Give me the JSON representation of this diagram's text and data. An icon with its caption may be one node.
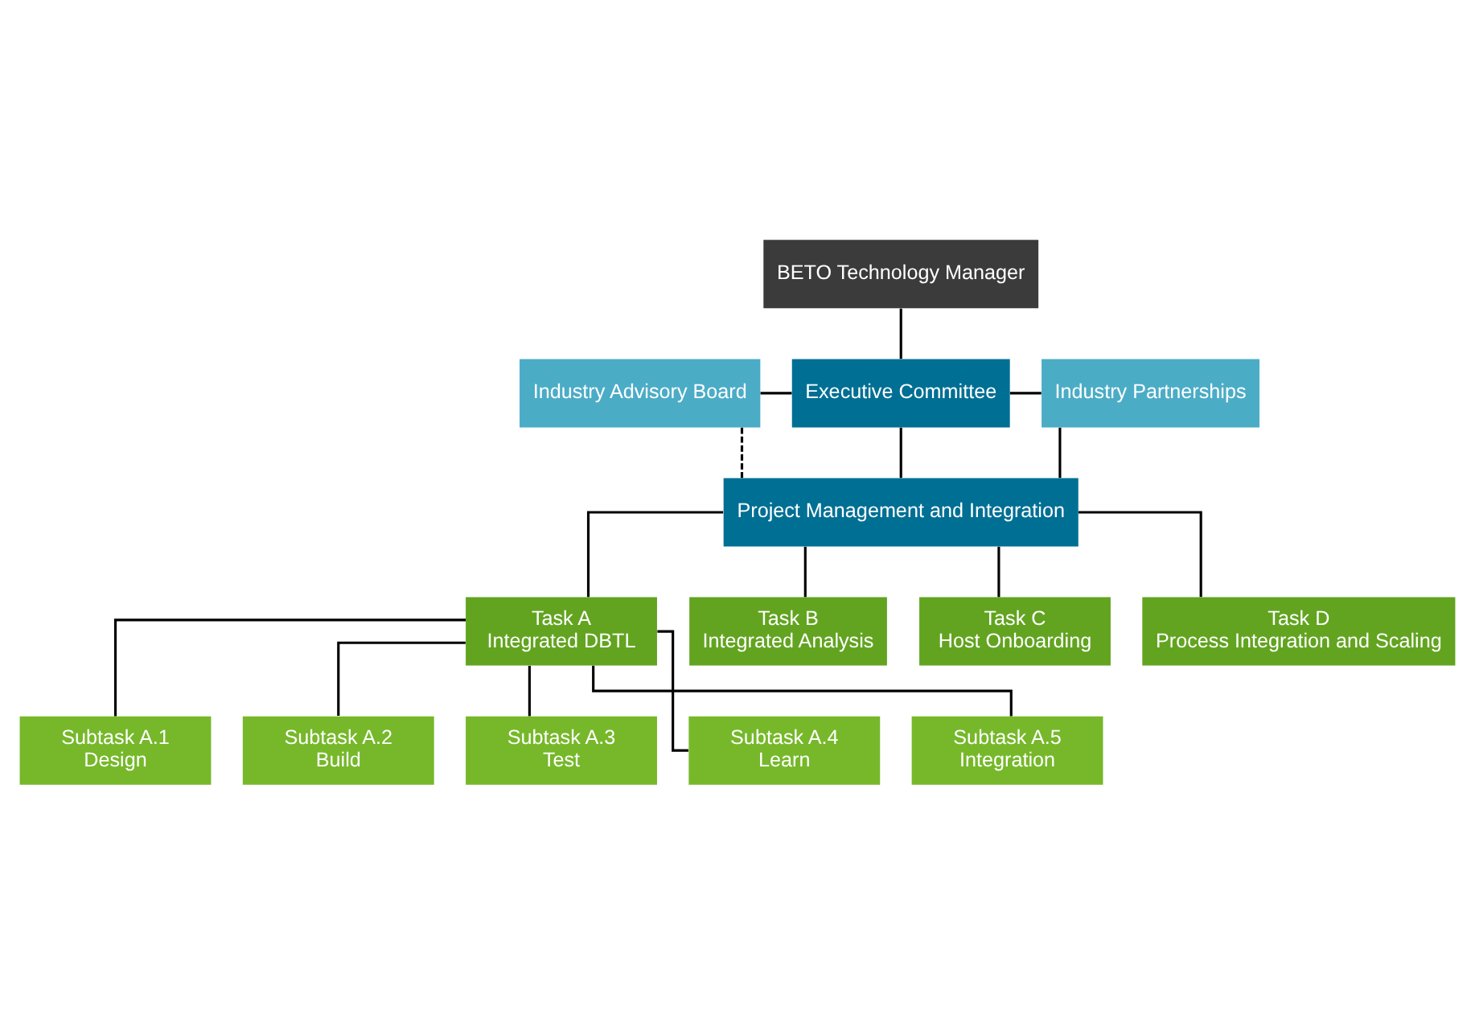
{
  "diagram": {
    "nodes": [
      {
        "text": [
          "BETO Technology Manager"
        ]
      },
      {
        "text": [
          "Industry Advisory Board"
        ]
      },
      {
        "text": [
          "Executive Committee"
        ]
      },
      {
        "text": [
          "Industry Partnerships"
        ]
      },
      {
        "text": [
          "Project Management and Integration"
        ]
      },
      {
        "text": [
          "Task A",
          "Integrated DBTL"
        ]
      },
      {
        "text": [
          "Task B",
          "Integrated Analysis"
        ]
      },
      {
        "text": [
          "Task C",
          "Host Onboarding"
        ]
      },
      {
        "text": [
          "Task D",
          "Process Integration and Scaling"
        ]
      },
      {
        "text": [
          "Subtask A.1",
          "Design"
        ]
      },
      {
        "text": [
          "Subtask A.2",
          "Build"
        ]
      },
      {
        "text": [
          "Subtask A.3",
          "Test"
        ]
      },
      {
        "text": [
          "Subtask A.4",
          "Learn"
        ]
      },
      {
        "text": [
          "Subtask A.5",
          "Integration"
        ]
      }
    ],
    "edges": [
      {
        "from": 0,
        "to": 2,
        "arrow": "none"
      },
      {
        "from": 1,
        "to": 2,
        "arrow": "none"
      },
      {
        "from": 2,
        "to": 3,
        "arrow": "none"
      },
      {
        "from": 2,
        "to": 4,
        "arrow": "none"
      },
      {
        "from": 1,
        "to": 4,
        "arrow": "none",
        "style": "dashed"
      },
      {
        "from": 3,
        "to": 4,
        "arrow": "none"
      },
      {
        "from": 4,
        "to": 5,
        "arrow": "none"
      },
      {
        "from": 4,
        "to": 6,
        "arrow": "none"
      },
      {
        "from": 4,
        "to": 7,
        "arrow": "none"
      },
      {
        "from": 4,
        "to": 8,
        "arrow": "none"
      },
      {
        "from": 5,
        "to": 9,
        "arrow": "none"
      },
      {
        "from": 5,
        "to": 10,
        "arrow": "none"
      },
      {
        "from": 5,
        "to": 11,
        "arrow": "none"
      },
      {
        "from": 5,
        "to": 12,
        "arrow": "none"
      },
      {
        "from": 5,
        "to": 13,
        "arrow": "none"
      }
    ]
  }
}
